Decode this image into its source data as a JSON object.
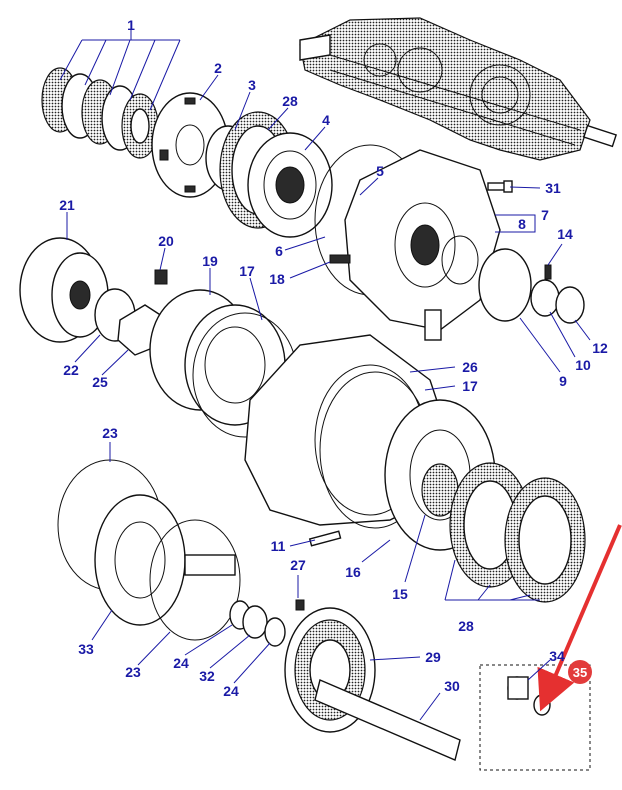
{
  "labels": {
    "l1": "1",
    "l2": "2",
    "l3": "3",
    "l28a": "28",
    "l4": "4",
    "l5": "5",
    "l31": "31",
    "l8": "8",
    "l7": "7",
    "l6": "6",
    "l21": "21",
    "l20": "20",
    "l19": "19",
    "l17a": "17",
    "l18": "18",
    "l14": "14",
    "l22": "22",
    "l25": "25",
    "l12": "12",
    "l10": "10",
    "l9": "9",
    "l26": "26",
    "l17b": "17",
    "l23a": "23",
    "l11": "11",
    "l16": "16",
    "l15": "15",
    "l27": "27",
    "l28b": "28",
    "l29": "29",
    "l34": "34",
    "l33": "33",
    "l23b": "23",
    "l24a": "24",
    "l32": "32",
    "l24b": "24",
    "l30": "30"
  },
  "highlight": {
    "badge": "35",
    "badge_color": "#e23b3b",
    "arrow_color": "#e53030",
    "label_color": "#1a1aa6"
  }
}
